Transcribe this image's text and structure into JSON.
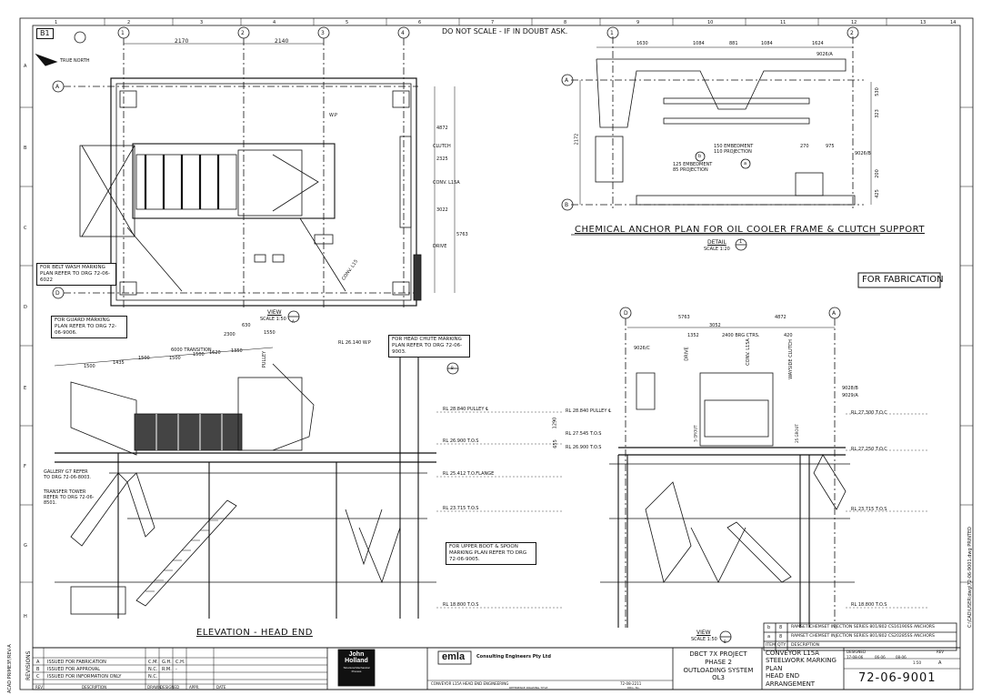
{
  "header": {
    "sheet_zone": "B1",
    "notice": "DO NOT SCALE - IF IN DOUBT ASK."
  },
  "border_numbers": {
    "top": [
      "1",
      "2",
      "3",
      "4",
      "5",
      "6",
      "7",
      "8",
      "9",
      "10",
      "11",
      "12",
      "13",
      "14"
    ],
    "left": [
      "A",
      "B",
      "C",
      "D",
      "E",
      "F",
      "G",
      "H"
    ]
  },
  "plan_view": {
    "north": "TRUE NORTH",
    "grid_cols": [
      "1",
      "2",
      "3",
      "4"
    ],
    "grid_rows": [
      "A",
      "D"
    ],
    "dims_top": [
      "2170",
      "2140"
    ],
    "dims_right": [
      "4872",
      "2325",
      "3022",
      "5763"
    ],
    "labels": [
      "CLUTCH",
      "CONV. L15A",
      "DRIVE",
      "W.P",
      "CONV. L15"
    ],
    "callout_belt_wash": "FOR BELT WASH MARKING PLAN REFER TO DRG 72-06-6022",
    "view_label": "VIEW",
    "view_scale": "SCALE 1:50",
    "view_tag": "A"
  },
  "detail": {
    "grid_cols": [
      "1",
      "2"
    ],
    "grid_rows": [
      "A",
      "B"
    ],
    "dims_top": [
      "1630",
      "1084",
      "881",
      "1084",
      "1624"
    ],
    "dims_side": [
      "2172",
      "530",
      "323",
      "200",
      "425"
    ],
    "dims_bottom": [
      "270",
      "975"
    ],
    "anchor_a": "9026/A",
    "anchor_b": "9026/B",
    "note1": "125 EMBEDMENT\n85 PROJECTION",
    "note2": "150 EMBEDMENT\n110 PROJECTION",
    "tag_b": "b",
    "tag_a": "a",
    "title": "CHEMICAL ANCHOR PLAN FOR OIL COOLER FRAME & CLUTCH SUPPORT",
    "detail_label": "DETAIL",
    "detail_scale": "SCALE 1:20",
    "detail_tag": "1"
  },
  "for_fabrication": "FOR FABRICATION",
  "elevation": {
    "callout_guard": "FOR GUARD MARKING PLAN REFER TO DRG 72-06-9006.",
    "callout_head_chute": "FOR HEAD CHUTE MARKING PLAN REFER TO DRG 72-06-9003.",
    "callout_upper_boot": "FOR UPPER BOOT & SPOON MARKING PLAN REFER TO DRG 72-06-9005.",
    "callout_gallery": "GALLERY G7 REFER TO DRG 72-06-8003.",
    "callout_transfer": "TRANSFER TOWER REFER TO DRG 72-06-8501.",
    "dims": [
      "6000 TRANSITION",
      "1500",
      "1500",
      "1500",
      "1620",
      "1350",
      "2300",
      "630",
      "1550",
      "1500",
      "1435"
    ],
    "pulley": "PULLEY",
    "wp": "RL 26.140 W.P",
    "levels": [
      "RL 28.840 PULLEY ℄",
      "RL 26.900 T.O.S",
      "RL 25.412 T.O.FLANGE",
      "RL 23.715 T.O.S",
      "RL 18.800 T.O.S"
    ],
    "title": "ELEVATION - HEAD END",
    "tag": "B"
  },
  "section": {
    "grid_cols": [
      "D",
      "A"
    ],
    "dims_top": [
      "5763",
      "4872"
    ],
    "dims_mid": [
      "3052",
      "1352",
      "2400 BRG CTRS.",
      "420"
    ],
    "labels": [
      "DRIVE",
      "CONV. L15A",
      "WAYSIDE CLUTCH",
      "9026/C",
      "9028/B",
      "9029/A",
      "5 GROUT",
      "25 GROUT"
    ],
    "levels_left": [
      "RL 28.840 PULLEY ℄",
      "RL 27.545 T.O.S",
      "RL 26.900 T.O.S"
    ],
    "levels_right": [
      "RL 27.300 T.O.C",
      "RL 27.250 T.O.C",
      "RL 23.715 T.O.S",
      "RL 18.800 T.O.S"
    ],
    "side_dims": [
      "1290",
      "655"
    ],
    "view_label": "VIEW",
    "view_scale": "SCALE 1:50",
    "view_tag": "B"
  },
  "anchor_table": {
    "rows": [
      {
        "mark": "b",
        "qty": "8",
        "desc": "RAMSET CHEMSET INJECTION SERIES 801/802 CS16190SS ANCHORS"
      },
      {
        "mark": "a",
        "qty": "8",
        "desc": "RAMSET CHEMSET INJECTION SERIES 801/802 CS20285SS ANCHORS"
      }
    ],
    "header": {
      "item": "ITEM",
      "qty": "QTY",
      "desc": "DESCRIPTION"
    }
  },
  "revisions": {
    "side_label": "REVISIONS",
    "rows": [
      {
        "rev": "A",
        "desc": "ISSUED FOR FABRICATION",
        "by": "C.M.",
        "chk": "G.H.",
        "app": "C.H."
      },
      {
        "rev": "B",
        "desc": "ISSUED FOR APPROVAL",
        "by": "N.C.",
        "chk": "R.M.",
        "app": "-"
      },
      {
        "rev": "C",
        "desc": "ISSUED FOR INFORMATION ONLY",
        "by": "N.C.",
        "chk": "",
        "app": ""
      }
    ],
    "headers": [
      "REV",
      "DESCRIPTION",
      "DRAWN",
      "DESIGNED",
      "APPR.",
      "DATE"
    ]
  },
  "title_block": {
    "contractor_line1": "John",
    "contractor_line2": "Holland",
    "contractor_line3": "Structural Mechanical",
    "contractor_line4": "Process",
    "consultant_logo": "emla",
    "consultant_name": "Consulting Engineers Pty Ltd",
    "project_line1": "DBCT 7X PROJECT",
    "project_line2": "PHASE 2",
    "project_line3": "OUTLOADING SYSTEM OL3",
    "drawing_line1": "CONVEYOR L15A",
    "drawing_line2": "STEELWORK MARKING PLAN",
    "drawing_line3": "HEAD END",
    "drawing_line4": "ARRANGEMENT",
    "drawing_number": "72-06-9001",
    "reference_drawing": "CONVEYOR L15A HEAD END ENGINEERING",
    "reference_no": "72-08-2211",
    "ref_label": "REFERENCE DRAWING TITLE",
    "dwg_no_label": "DRG. No.",
    "designed": "DESIGNED",
    "revision": "REV",
    "rev_val": "A",
    "scale": "1:50",
    "dates": [
      "17-08-06",
      "06-06",
      "08-06"
    ]
  },
  "side_text_left": "ACAD PRIME3F/REV-A",
  "side_text_right": "C:\\CAD\\USER\\dwg\\72-06-9001.dwg  PRINTED",
  "colors": {
    "line": "#111111",
    "hatch": "#333333",
    "paper": "#ffffff"
  }
}
